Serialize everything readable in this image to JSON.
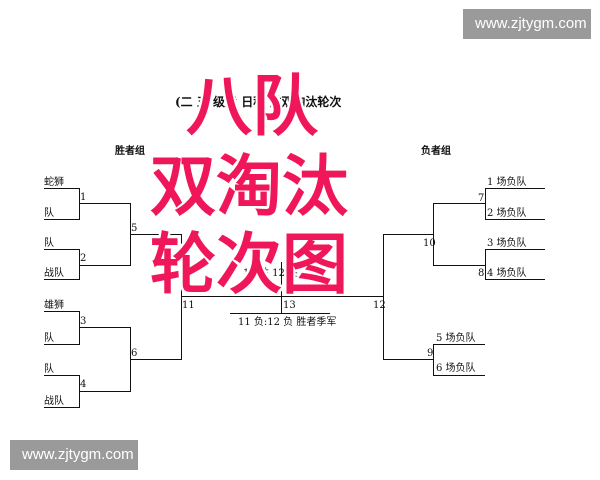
{
  "watermark": {
    "top": "www.zjtygm.com",
    "bottom": "www.zjtygm.com"
  },
  "diagram": {
    "title": "(二 五 级竞 日程 排双淘汰轮次",
    "winners_label": "胜者组",
    "losers_label": "负者组",
    "teams_left": [
      "蛇狮",
      "队",
      "队",
      "战队",
      "雄狮",
      "队",
      "队",
      "战队"
    ],
    "match_numbers": [
      "1",
      "2",
      "3",
      "4",
      "5",
      "6",
      "11",
      "13",
      "12",
      "10",
      "7",
      "8",
      "9"
    ],
    "final_note_partial": "11 胜 12 胜",
    "final_note": "11 负:12 负  胜者季军",
    "losers_teams": [
      "1 场负队",
      "2 场负队",
      "3 场负队",
      "4 场负队",
      "5 场负队",
      "6 场负队"
    ]
  },
  "overlay": {
    "line1": "八队",
    "line2": "双淘汰",
    "line3": "轮次图"
  },
  "colors": {
    "overlay": "#f0165a",
    "watermark_bg": "#9a9a9a",
    "line": "#111111"
  }
}
